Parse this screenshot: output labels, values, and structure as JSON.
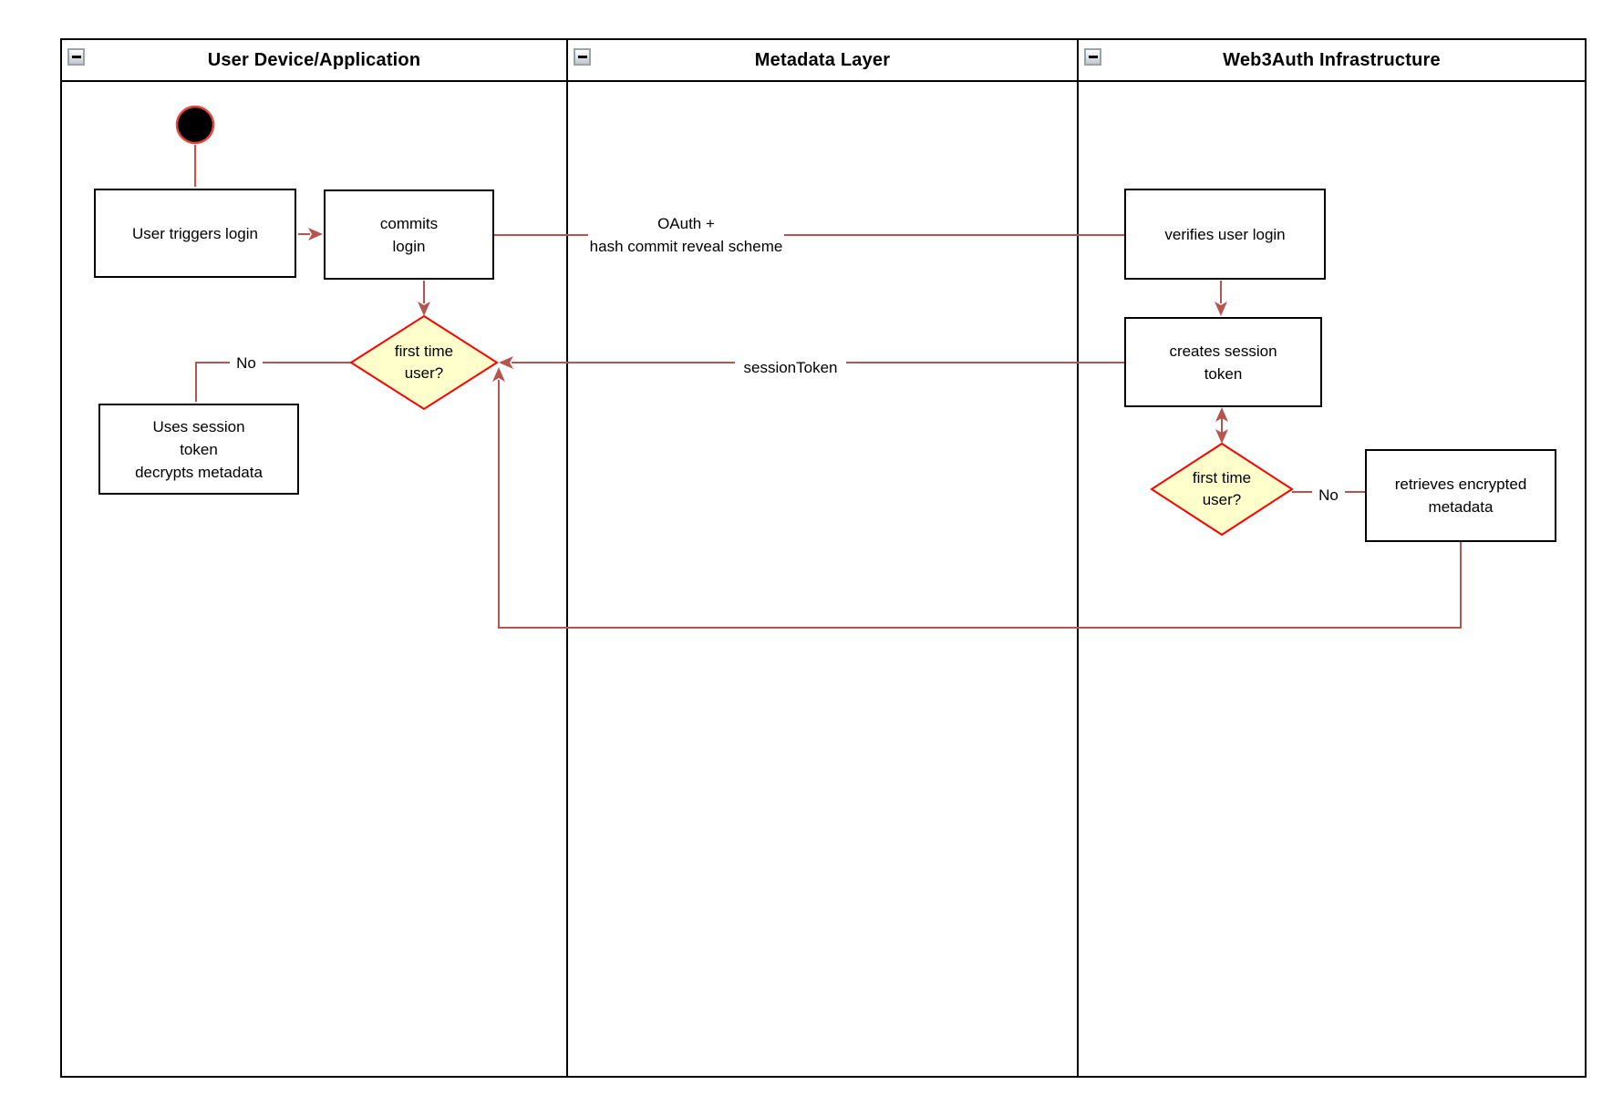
{
  "lanes": [
    {
      "title": "User Device/Application"
    },
    {
      "title": "Metadata Layer"
    },
    {
      "title": "Web3Auth Infrastructure"
    }
  ],
  "nodes": {
    "user_triggers_login": "User triggers login",
    "commits_login": "commits\nlogin",
    "first_time_user_1": "first time\nuser?",
    "uses_session_token": "Uses session\ntoken\ndecrypts metadata",
    "verifies_user_login": "verifies user login",
    "creates_session_token": "creates session\ntoken",
    "first_time_user_2": "first time\nuser?",
    "retrieves_encrypted_metadata": "retrieves encrypted\nmetadata"
  },
  "edge_labels": {
    "oauth": "OAuth +\nhash commit reveal scheme",
    "session_token": "sessionToken",
    "no_1": "No",
    "no_2": "No"
  },
  "colors": {
    "connector": "#b85450",
    "start_edge": "#e8463c",
    "decision_border": "#ff0000",
    "decision_fill": "#ffffcc",
    "start_fill": "#000000",
    "lane_border": "#000000"
  }
}
